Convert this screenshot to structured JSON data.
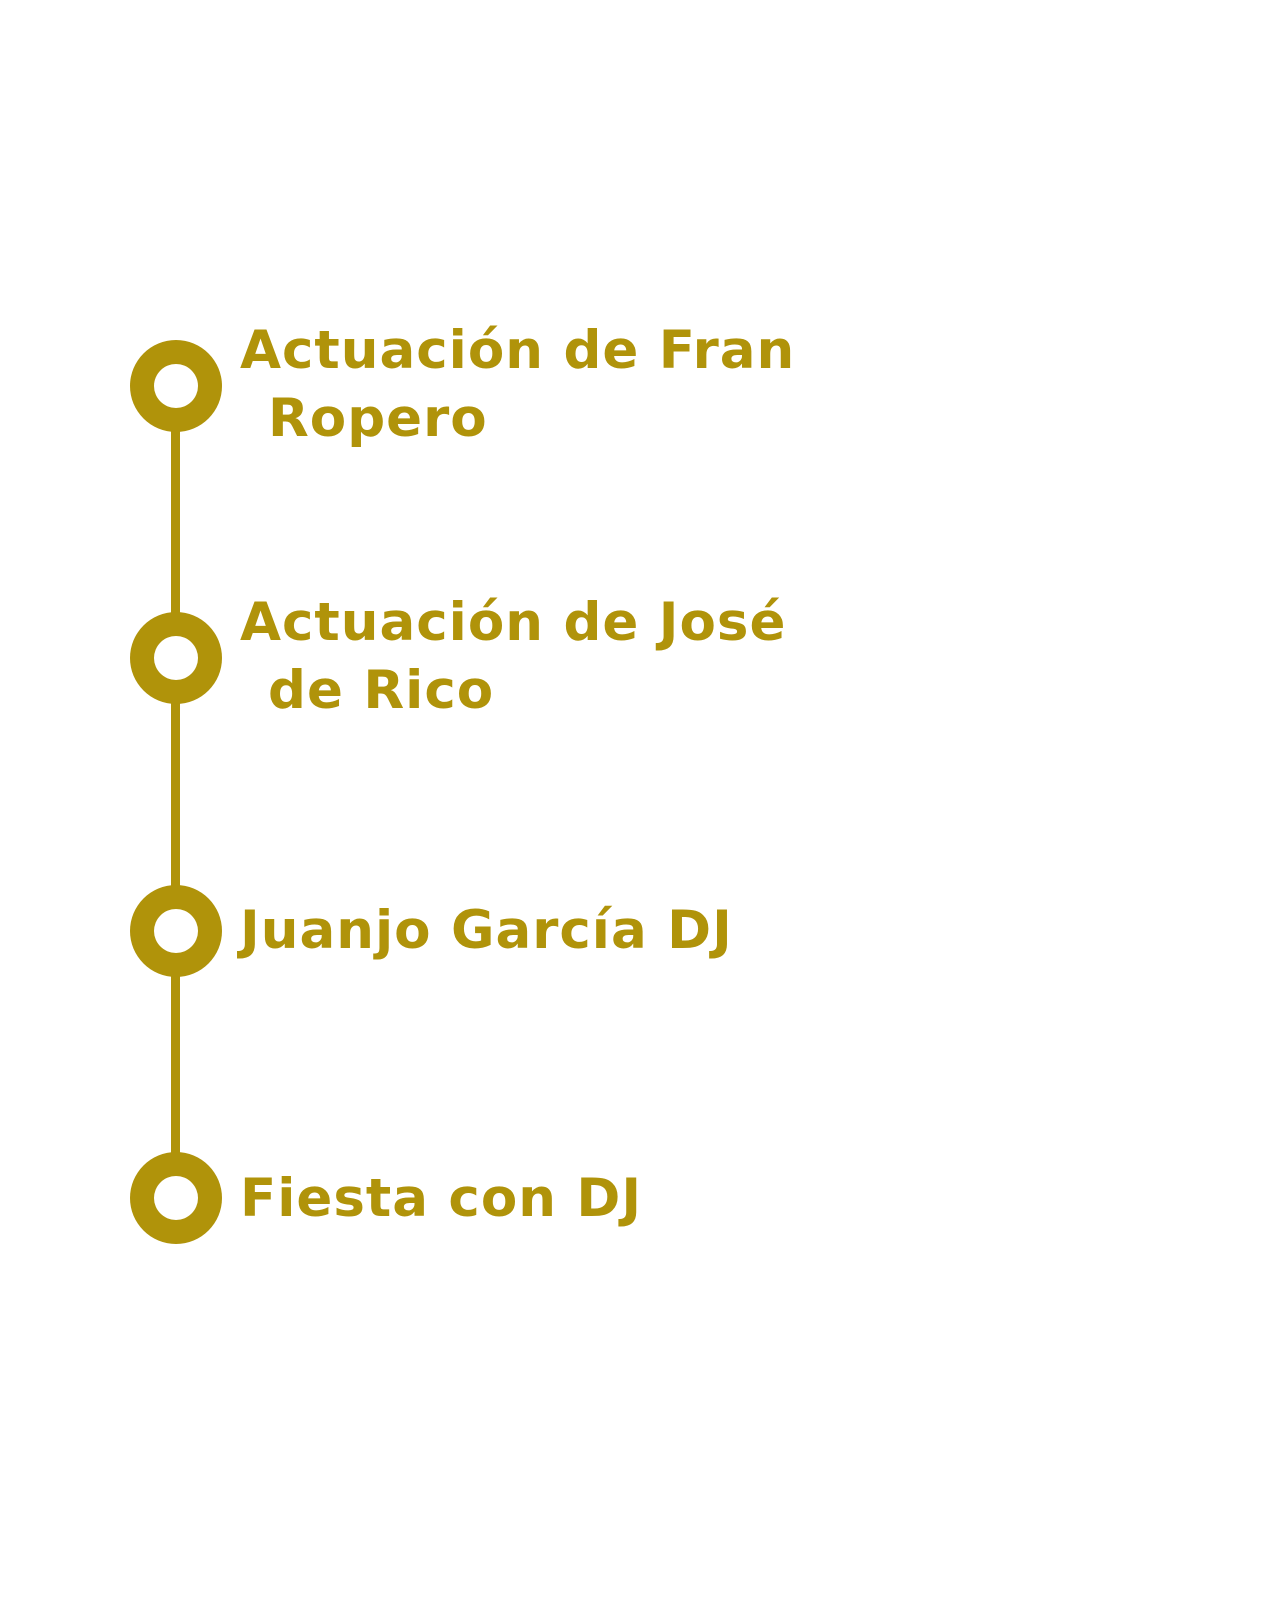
{
  "accent_color": "#b0930a",
  "timeline": {
    "events": [
      {
        "line1": "Actuación de Fran",
        "line2": "Ropero",
        "icon": "ring-icon"
      },
      {
        "line1": "Actuación de José",
        "line2": "de Rico",
        "icon": "ring-icon"
      },
      {
        "line1": "Juanjo García DJ",
        "line2": "",
        "icon": "ring-icon"
      },
      {
        "line1": "Fiesta con DJ",
        "line2": "",
        "icon": "ring-icon"
      }
    ]
  }
}
